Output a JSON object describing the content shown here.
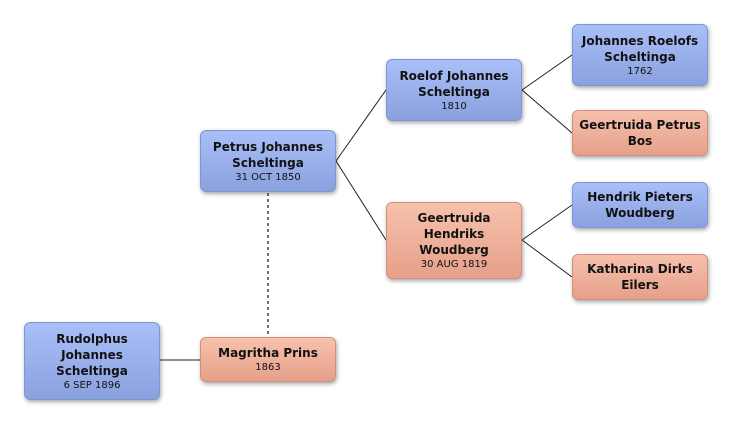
{
  "tree": {
    "rudolphus": {
      "name": "Rudolphus Johannes Scheltinga",
      "date": "6 SEP 1896"
    },
    "magritha": {
      "name": "Magritha Prins",
      "date": "1863"
    },
    "petrus": {
      "name": "Petrus Johannes Scheltinga",
      "date": "31 OCT 1850"
    },
    "roelof": {
      "name": "Roelof Johannes Scheltinga",
      "date": "1810"
    },
    "geertruida_h": {
      "name": "Geertruida Hendriks Woudberg",
      "date": "30 AUG 1819"
    },
    "johannes_r": {
      "name": "Johannes Roelofs Scheltinga",
      "date": "1762"
    },
    "geertruida_p": {
      "name": "Geertruida Petrus Bos",
      "date": ""
    },
    "hendrik": {
      "name": "Hendrik Pieters Woudberg",
      "date": ""
    },
    "katharina": {
      "name": "Katharina Dirks Eilers",
      "date": ""
    }
  },
  "colors": {
    "male": "#9bb2ee",
    "female": "#f0b39d",
    "line": "#222222"
  }
}
